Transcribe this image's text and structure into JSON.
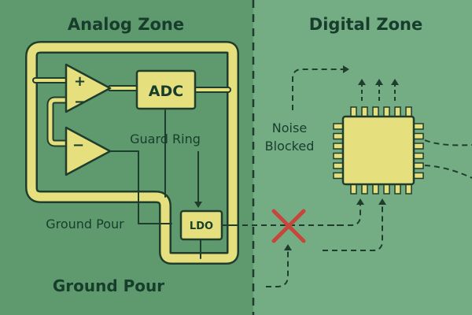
{
  "zones": {
    "analog_title": "Analog Zone",
    "digital_title": "Digital Zone"
  },
  "labels": {
    "adc": "ADC",
    "ldo": "LDO",
    "guard_ring": "Guard Ring",
    "ground_pour_small": "Ground Pour",
    "ground_pour_large": "Ground Pour",
    "noise_line1": "Noise",
    "noise_line2": "Blocked",
    "opamp_plus": "+",
    "opamp_minus": "−",
    "opamp2_minus": "−"
  },
  "colors": {
    "analog_bg": "#5f9a6e",
    "digital_bg": "#74ad84",
    "trace_yellow": "#e6df7e",
    "component_fill": "#e6df7e",
    "outline": "#1f3d2c",
    "cross_red": "#c8453b"
  },
  "icons": {
    "blocked_marker": "red-x-icon"
  }
}
